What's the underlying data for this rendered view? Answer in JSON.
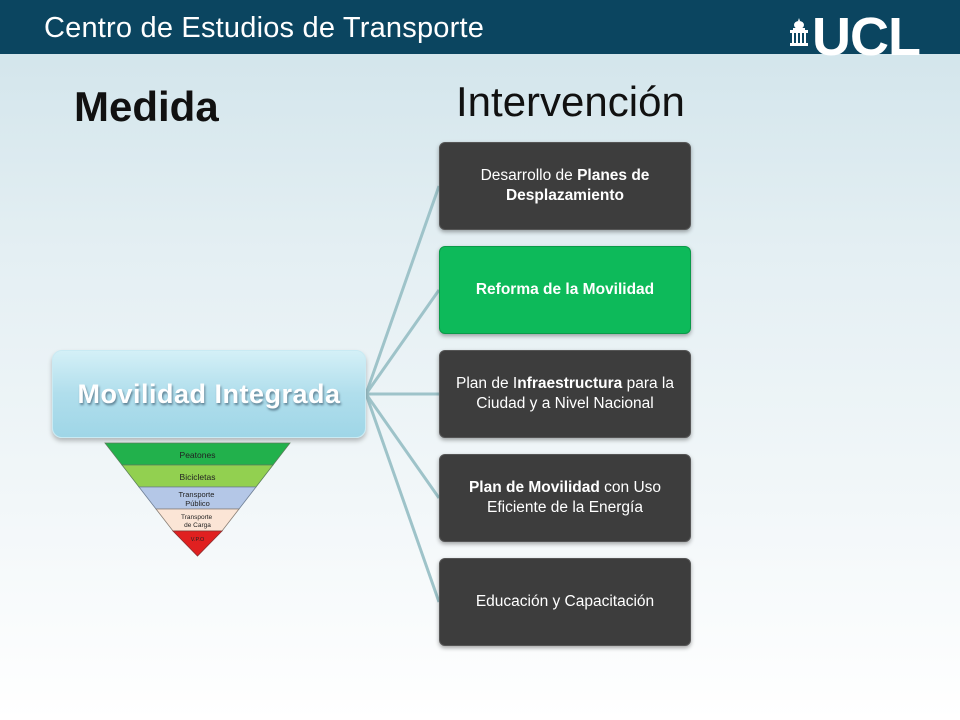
{
  "header": {
    "title": "Centro de Estudios de Transporte",
    "logo_text": "UCL"
  },
  "headings": {
    "left": "Medida",
    "right": "Intervención"
  },
  "root": {
    "label": "Movilidad Integrada"
  },
  "nodes": [
    {
      "prefix": "Desarrollo de ",
      "bold": "Planes de Desplazamiento",
      "suffix": "",
      "highlight": false
    },
    {
      "prefix": "",
      "bold": "Reforma de la Movilidad",
      "suffix": "",
      "highlight": true
    },
    {
      "prefix": "Plan de I",
      "bold": "nfraestructura",
      "suffix": " para la Ciudad y a Nivel Nacional",
      "highlight": false
    },
    {
      "prefix": "",
      "bold": "Plan de Movilidad",
      "suffix": " con Uso Eficiente de la Energía",
      "highlight": false
    },
    {
      "prefix": "Educación y Capacitación",
      "bold": "",
      "suffix": "",
      "highlight": false
    }
  ],
  "pyramid": {
    "levels": [
      {
        "label": "Peatones",
        "color": "#22b14c"
      },
      {
        "label": "Bicicletas",
        "color": "#92d050"
      },
      {
        "label": "Transporte Público",
        "color": "#b4c7e7"
      },
      {
        "label": "Transporte de Carga",
        "color": "#fbe5d6"
      },
      {
        "label": "V.P.O",
        "color": "#e02020"
      }
    ]
  },
  "colors": {
    "header_bg": "#0b4560",
    "node_bg": "#3d3d3d",
    "highlight": "#0dba5a",
    "connector": "#9ec3c9"
  }
}
